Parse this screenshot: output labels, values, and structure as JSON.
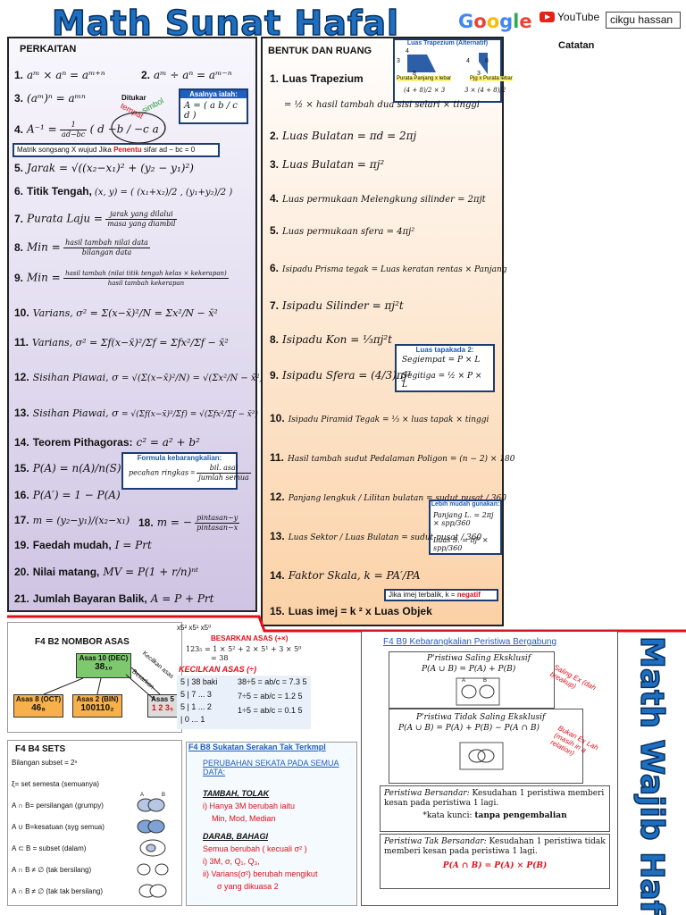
{
  "header": {
    "title": "Math Sunat Hafal",
    "google": [
      "G",
      "o",
      "o",
      "g",
      "l",
      "e"
    ],
    "youtube": "YouTube",
    "search_value": "cikgu hassan",
    "catatan": "Catatan",
    "colors": {
      "title": "#1d6fc2",
      "google": [
        "#4285f4",
        "#ea4335",
        "#fbbc05",
        "#4285f4",
        "#34a853",
        "#ea4335"
      ],
      "youtube": "#e62117"
    }
  },
  "perkaitan": {
    "title": "PERKAITAN",
    "f1": "1.",
    "f1_expr": "aᵐ × aⁿ = aᵐ⁺ⁿ",
    "f2": "2.",
    "f2_expr": "aᵐ ÷ aⁿ = aᵐ⁻ⁿ",
    "f3": "3.",
    "f3_expr": "(aᵐ)ⁿ = aᵐⁿ",
    "ditukar": "Ditukar",
    "tempat": "tempat",
    "simbol": "simbol",
    "asal_title": "Asalnya ialah:",
    "asal_expr": "A = ( a  b / c  d )",
    "f4": "4.",
    "f4_lhs": "A⁻¹ =",
    "f4_num": "1",
    "f4_den": "ad−bc",
    "f4_mat": "( d  −b / −c  a )",
    "matrix_note_a": "Matrik songsang X wujud Jika ",
    "matrix_note_b": "Penentu",
    "matrix_note_c": " sifar ad − bc = 0",
    "f5": "5.",
    "f5_expr": "Jarak = √((x₂−x₁)² + (y₂ − y₁)²)",
    "f6": "6.",
    "f6_lbl": "Titik Tengah,",
    "f6_expr": "(x, y) = ( (x₁+x₂)/2 , (y₁+y₂)/2 )",
    "f7": "7.",
    "f7_lhs": "Purata Laju =",
    "f7_num": "jarak yang dilalui",
    "f7_den": "masa yang diambil",
    "f8": "8.",
    "f8_lhs": "Min =",
    "f8_num": "hasil tambah nilai data",
    "f8_den": "bilangan data",
    "f9": "9.",
    "f9_lhs": "Min =",
    "f9_num": "hasil tambah (nilai titik tengah kelas × kekerapan)",
    "f9_den": "hasil tambah kekerapan",
    "f10": "10.",
    "f10_expr": "Varians, σ² = Σ(x−x̄)²/N = Σx²/N − x̄²",
    "f11": "11.",
    "f11_expr": "Varians, σ² = Σf(x−x̄)²/Σf = Σfx²/Σf − x̄²",
    "f12": "12.",
    "f12_lhs": "Sisihan Piawai, σ",
    "f12_expr": "= √(Σ(x−x̄)²/N) = √(Σx²/N − x̄²)",
    "f13": "13.",
    "f13_lhs": "Sisihan Piawai, σ",
    "f13_expr": "= √(Σf(x−x̄)²/Σf) = √(Σfx²/Σf − x̄²)",
    "f14": "14.",
    "f14_lbl": "Teorem Pithagoras:",
    "f14_expr": "c² = a² + b²",
    "f15": "15.",
    "f15_expr": "P(A) = n(A)/n(S)",
    "kebarangkalian_title": "Formula kebarangkalian:",
    "kebarangkalian_lhs": "pecahan ringkas",
    "kebarangkalian_num": "bil. asal",
    "kebarangkalian_den": "jumlah semua",
    "f16": "16.",
    "f16_expr": "P(A′) = 1 − P(A)",
    "f17": "17.",
    "f17_expr": "m = (y₂−y₁)/(x₂−x₁)",
    "f18": "18.",
    "f18_lhs": "m = −",
    "f18_num": "pintasan−y",
    "f18_den": "pintasan−x",
    "f19": "19.",
    "f19_lbl": "Faedah mudah,",
    "f19_expr": "I = Prt",
    "f20": "20.",
    "f20_lbl": "Nilai matang,",
    "f20_expr": "MV = P(1 + r/n)ⁿᵗ",
    "f21": "21.",
    "f21_lbl": "Jumlah Bayaran Balik,",
    "f21_expr": "A = P + Prt"
  },
  "bentuk": {
    "title": "BENTUK DAN RUANG",
    "trap_title": "Luas Trapezium (Alternatif)",
    "trap_left": "Purata Panjang x lebar",
    "trap_left_expr": "(4 + 8)/2 × 3",
    "trap_right": "Pjg x Purata lebar",
    "trap_right_expr": "3 × (4 + 8)/2",
    "trap_dims": [
      "4",
      "3",
      "8",
      "4",
      "8",
      "3"
    ],
    "b1": "1.",
    "b1_lbl": "Luas Trapezium",
    "b1_expr": "= ½ × hasil tambah dua sisi selari × tinggi",
    "b2": "2.",
    "b2_expr": "Luas Bulatan = πd = 2πj",
    "b3": "3.",
    "b3_expr": "Luas Bulatan = πj²",
    "b4": "4.",
    "b4_expr": "Luas permukaan Melengkung silinder = 2πjt",
    "b5": "5.",
    "b5_expr": "Luas permukaan sfera = 4πj²",
    "b6": "6.",
    "b6_expr": "Isipadu Prisma tegak = Luas keratan rentas × Panjang",
    "b7": "7.",
    "b7_expr": "Isipadu Silinder = πj²t",
    "b8": "8.",
    "b8_expr": "Isipadu Kon = ⅓πj²t",
    "tapak_title": "Luas tapakada 2:",
    "tapak_l1": "Segiempat = P × L",
    "tapak_l2": "Segitiga = ½ × P × L",
    "b9": "9.",
    "b9_expr": "Isipadu Sfera = (4/3)πj³",
    "b10": "10.",
    "b10_expr": "Isipadu Piramid Tegak = ⅓ × luas tapak × tinggi",
    "b11": "11.",
    "b11_expr": "Hasil tambah sudut Pedalaman Poligon = (n − 2) × 180",
    "b12": "12.",
    "b12_expr": "Panjang lengkuk / Lilitan bulatan = sudut pusat / 360",
    "mudah_title": "Lebih mudah gunakan:",
    "mudah_l1": "Panjang L. = 2πj × spp/360",
    "mudah_l2": "Luas S. = πj² × spp/360",
    "b13": "13.",
    "b13_expr": "Luas Sektor / Luas Bulatan = sudut pusat / 360",
    "b14": "14.",
    "b14_expr": "Faktor Skala, k = PA′/PA",
    "imej_note_a": "Jika imej terbalik, k = ",
    "imej_note_b": "negatif",
    "b15": "15.",
    "b15_expr": "Luas imej = k ² x Luas Objek"
  },
  "nombor_asas": {
    "title": "F4 B2 NOMBOR ASAS",
    "asas10": "Asas 10 (DEC)",
    "asas10_val": "38₁₀",
    "asas8": "Asas 8 (OCT)",
    "asas8_val": "46₈",
    "asas2": "Asas 2 (BIN)",
    "asas2_val": "100110₂",
    "asas5": "Asas 5",
    "asas5_val": "1 2 3₅",
    "kecilkan_arrow": "Kecilkan asas",
    "besarkan_arrow": "Besarkan",
    "powers": "x5²  x5¹  x5⁰",
    "besarkan_title": "BESARKAN ASAS (+×)",
    "expand": "123₅ = 1 × 5² + 2 × 5¹ + 3 × 5⁰",
    "expand_res": "= 38",
    "kecilkan_title": "KECILKAN ASAS (÷)",
    "div_lines": [
      "5 | 38  baki",
      "5 | 7 ... 3",
      "5 | 1 ... 2",
      "  | 0 ... 1"
    ],
    "alt_lines": [
      "38÷5 = ab/c = 7.3 5",
      "7÷5 = ab/c = 1.2 5",
      "1÷5 = ab/c = 0.1 5"
    ]
  },
  "sets": {
    "title": "F4 B4 SETS",
    "items": [
      "Bilangan subset = 2ⁿ",
      "ξ= set semesta (semuanya)",
      "A ∩ B= persilangan (grumpy)",
      "A ∪ B=kesatuan (syg semua)",
      "A ⊂ B = subset (dalam)",
      "A ∩ B ≠ ∅ (tak bersilang)",
      "A ∩ B ≠ ∅ (tak tak bersilang)"
    ],
    "venn_labels": [
      "A",
      "B"
    ]
  },
  "sukatan": {
    "title": "F4 B8 Sukatan Serakan Tak Terkmpl",
    "sub": "PERUBAHAN SEKATA PADA SEMUA DATA:",
    "tambah": "TAMBAH, TOLAK",
    "t1": "i) Hanya 3M berubah iaitu",
    "t2": "Min, Mod, Median",
    "darab": "DARAB, BAHAGI",
    "d1": "Semua berubah ( kecuali σ² )",
    "d2": "i) 3M, σ, Q₁, Q₃,",
    "d3": "ii) Varians(σ²) berubah mengikut",
    "d4": "σ yang dikuasa 2"
  },
  "bergabung": {
    "title": "F4 B9 Kebarangkalian Peristiwa Bergabung",
    "s1_title": "P'ristiwa Saling Eksklusif",
    "s1_expr": "P(A ∪ B) = P(A) + P(B)",
    "s1_note": "Saling Ex (dah breakup)",
    "s2_title": "P'ristiwa Tidak Saling Eksklusif",
    "s2_expr": "P(A ∪ B) = P(A) + P(B) − P(A ∩ B)",
    "s2_note": "Bukan Ex Lah (masih in a relation)",
    "s3_title": "Peristiwa Bersandar:",
    "s3_text": " Kesudahan 1 peristiwa memberi kesan pada peristiwa 1 lagi.",
    "s3_kata": "*kata kunci: ",
    "s3_kunci": "tanpa pengembalian",
    "s4_title": "Peristiwa Tak Bersandar:",
    "s4_text": " Kesudahan 1 peristiwa tidak memberi kesan pada peristiwa 1 lagi.",
    "s4_expr": "P(A ∩ B) = P(A) × P(B)",
    "venn_labels": [
      "A",
      "B"
    ]
  },
  "vertical_title": "Math Wajib Hafal"
}
